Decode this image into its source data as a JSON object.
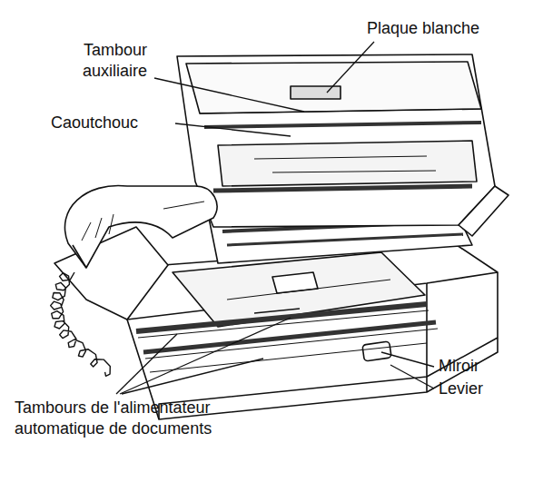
{
  "diagram": {
    "labels": [
      "Plaque blanche",
      "Tambour auxiliaire",
      "Caoutchouc",
      "Tambours de l'alimentateur automatique de documents",
      "Miroir",
      "Levier"
    ]
  }
}
